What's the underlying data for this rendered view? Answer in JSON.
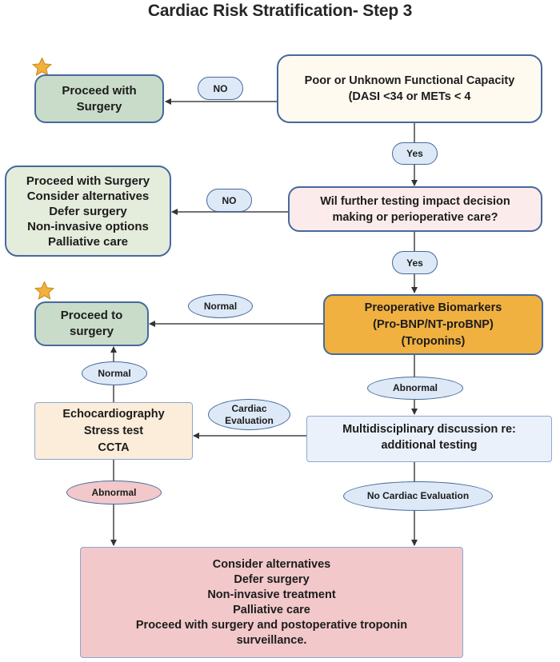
{
  "title": "Cardiac Risk Stratification- Step 3",
  "nodes": {
    "proceed_with_surgery_1": {
      "lines": [
        "Proceed with",
        "Surgery"
      ],
      "starred": true
    },
    "functional_capacity": {
      "lines": [
        "Poor or Unknown Functional Capacity",
        "(DASI <34 or METs < 4"
      ]
    },
    "options_1": {
      "lines": [
        "Proceed with Surgery",
        "Consider alternatives",
        "Defer surgery",
        "Non-invasive options",
        "Palliative care"
      ]
    },
    "further_testing": {
      "lines": [
        "Wil further testing impact decision",
        "making or perioperative care?"
      ]
    },
    "proceed_to_surgery": {
      "lines": [
        "Proceed to",
        "surgery"
      ],
      "starred": true
    },
    "biomarkers": {
      "lines": [
        "Preoperative Biomarkers",
        "(Pro-BNP/NT-proBNP)",
        "(Troponins)"
      ]
    },
    "tests": {
      "lines": [
        "Echocardiography",
        "Stress test",
        "CCTA"
      ]
    },
    "multidisciplinary": {
      "lines": [
        "Multidisciplinary discussion re:",
        "additional testing"
      ]
    },
    "final_options": {
      "lines": [
        "Consider alternatives",
        "Defer surgery",
        "Non-invasive treatment",
        "Palliative care",
        "Proceed with surgery and postoperative troponin",
        "surveillance."
      ]
    }
  },
  "edge_labels": {
    "no_1": "NO",
    "yes_1": "Yes",
    "no_2": "NO",
    "yes_2": "Yes",
    "normal_1": "Normal",
    "normal_2": "Normal",
    "abnormal_1": "Abnormal",
    "cardiac_evaluation": [
      "Cardiac",
      "Evaluation"
    ],
    "abnormal_2": "Abnormal",
    "no_cardiac_evaluation": "No Cardiac Evaluation"
  },
  "colors": {
    "green_box": "#c9dcc9",
    "orange_box": "#f0b141",
    "pink_box": "#f2c8ca",
    "label_blue": "#dde9f7",
    "border_blue": "#46699c",
    "star": "#f2b13c"
  }
}
